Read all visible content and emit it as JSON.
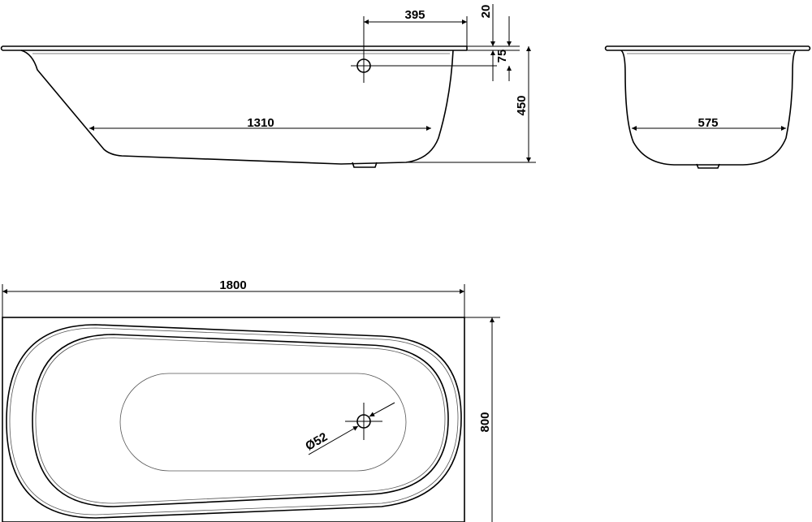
{
  "drawing": {
    "side_view": {
      "dim_overflow_offset": "395",
      "dim_rim_thickness": "20",
      "dim_overflow_height": "75",
      "dim_depth": "450",
      "dim_bottom_length": "1310"
    },
    "end_view": {
      "dim_bottom_width": "575"
    },
    "top_view": {
      "dim_length": "1800",
      "dim_width": "800",
      "dim_drain": "Ø52"
    }
  }
}
